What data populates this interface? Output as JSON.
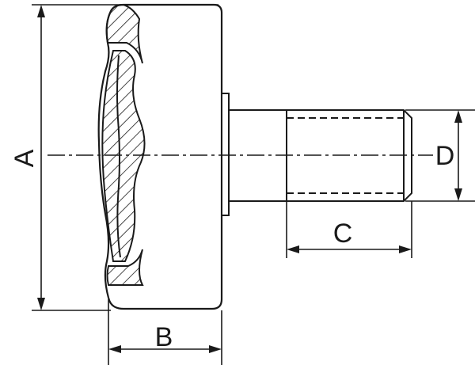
{
  "dimensions": {
    "A": "A",
    "B": "B",
    "C": "C",
    "D": "D"
  },
  "colors": {
    "ink": "#1a1a1a",
    "background": "#ffffff"
  }
}
